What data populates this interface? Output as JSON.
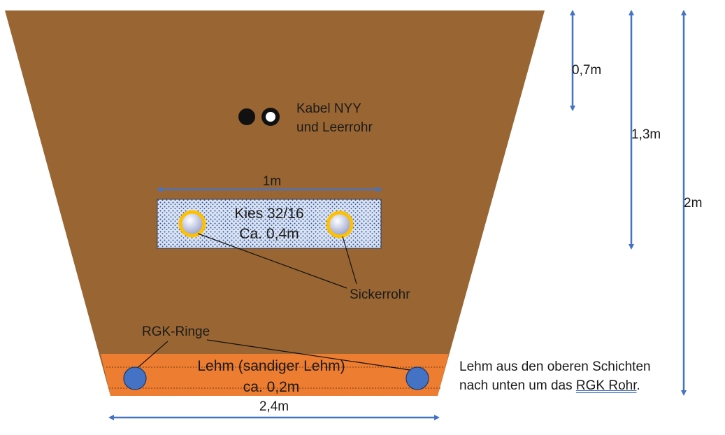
{
  "colors": {
    "soil": "#996633",
    "clay_layer": "#ed7d31",
    "arrow": "#4472c4",
    "rgk_ring": "#4472c4",
    "pipe_ring": "#ffc000",
    "gravel": "#dae3f3"
  },
  "labels": {
    "cable": [
      "Kabel NYY",
      "und Leerrohr"
    ],
    "gravel_width": "1m",
    "gravel": [
      "Kies 32/16",
      "Ca. 0,4m"
    ],
    "drain_pipe": "Sickerrohr",
    "rgk_rings": "RGK-Ringe",
    "clay": [
      "Lehm (sandiger Lehm)",
      "ca. 0,2m"
    ],
    "bottom_width": "2,4m",
    "depth_cable": "0,7m",
    "depth_gravel": "1,3m",
    "depth_total": "2m"
  },
  "note": {
    "line1": "Lehm aus den oberen Schichten",
    "line2_prefix": "nach unten um das ",
    "line2_link": "RGK Rohr",
    "line2_suffix": "."
  }
}
